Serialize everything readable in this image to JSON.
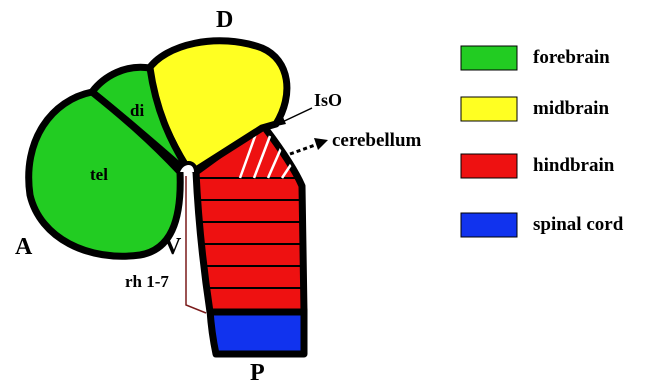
{
  "diagram": {
    "axis_labels": {
      "dorsal": "D",
      "anterior": "A",
      "ventral": "V",
      "posterior": "P"
    },
    "region_labels": {
      "telencephalon": "tel",
      "diencephalon": "di",
      "isthmic_organizer": "IsO",
      "cerebellum": "cerebellum",
      "rhombomeres": "rh 1-7"
    }
  },
  "legend": [
    {
      "label": "forebrain",
      "color": "#22cc22"
    },
    {
      "label": "midbrain",
      "color": "#ffff22"
    },
    {
      "label": "hindbrain",
      "color": "#ee1111"
    },
    {
      "label": "spinal cord",
      "color": "#1133ee"
    }
  ]
}
